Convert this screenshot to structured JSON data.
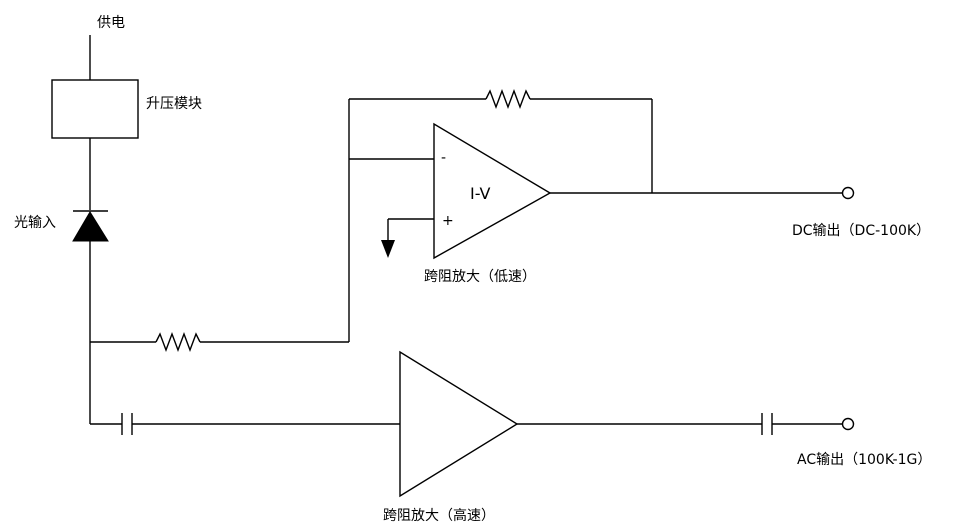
{
  "labels": {
    "power": "供电",
    "boost_module": "升压模块",
    "light_input": "光输入",
    "dc_output": "DC输出（DC-100K）",
    "ac_output": "AC输出（100K-1G）",
    "tia_low": "跨阻放大（低速）",
    "tia_high": "跨阻放大（高速）",
    "opamp_name": "I-V",
    "minus_sign": "-",
    "plus_sign": "+"
  }
}
